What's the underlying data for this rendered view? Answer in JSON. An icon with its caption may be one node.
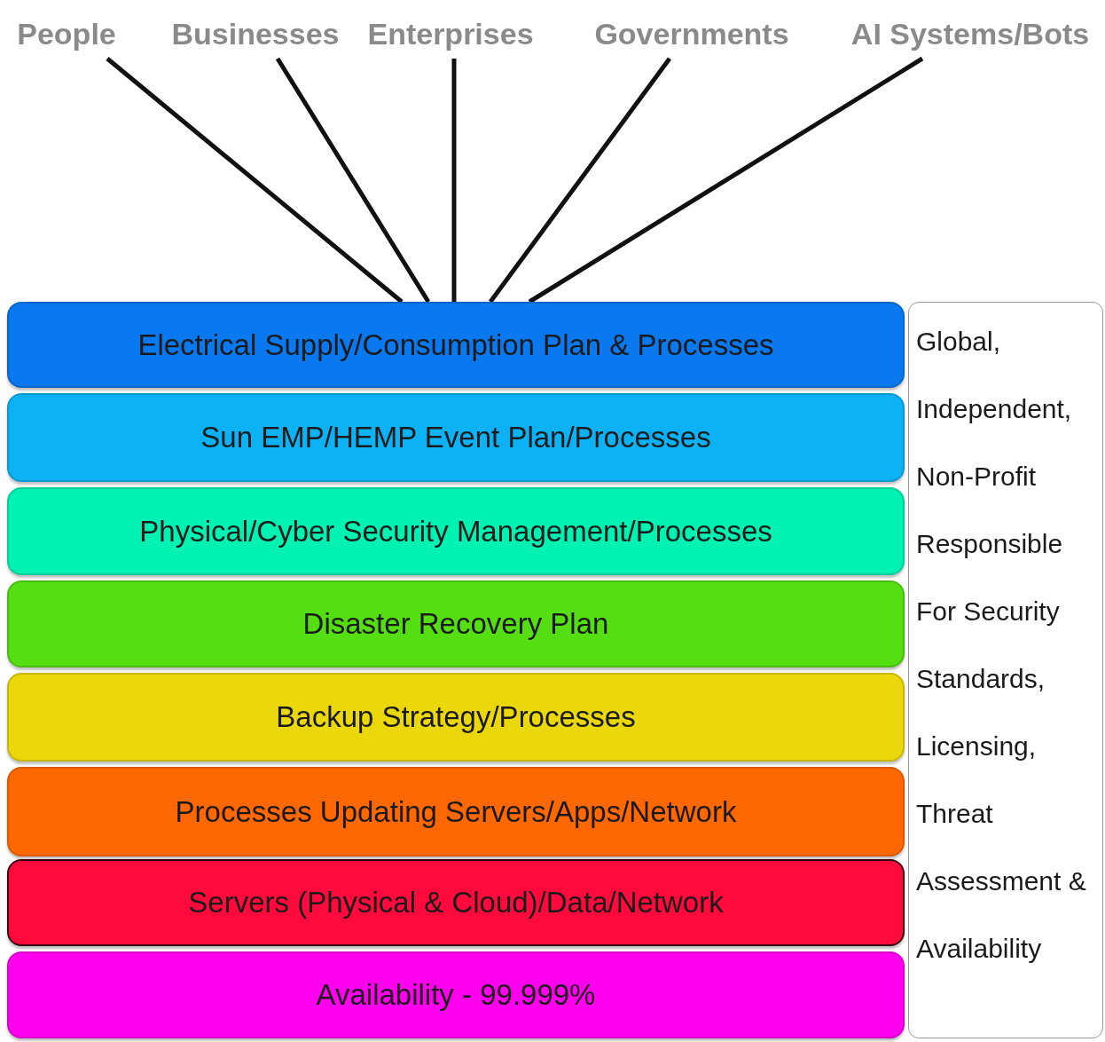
{
  "diagram": {
    "nodes": [
      {
        "text": [
          "People"
        ]
      },
      {
        "text": [
          "Businesses"
        ]
      },
      {
        "text": [
          "Enterprises"
        ]
      },
      {
        "text": [
          "Governments"
        ]
      },
      {
        "text": [
          "AI Systems/Bots"
        ]
      },
      {
        "text": [
          "Electrical Supply/Consumption Plan & Processes"
        ]
      },
      {
        "text": [
          "Sun EMP/HEMP Event Plan/Processes"
        ]
      },
      {
        "text": [
          "Physical/Cyber Security Management/Processes"
        ]
      },
      {
        "text": [
          "Disaster Recovery Plan"
        ]
      },
      {
        "text": [
          "Backup Strategy/Processes"
        ]
      },
      {
        "text": [
          "Processes Updating Servers/Apps/Network"
        ]
      },
      {
        "text": [
          "Servers (Physical & Cloud)/Data/Network"
        ]
      },
      {
        "text": [
          "Availability - 99.999%"
        ]
      },
      {
        "text": [
          "Global, Independent, Non-Profit Responsible For Security Standards, Licensing, Threat Assessment & Availability"
        ]
      }
    ],
    "edges": [
      {
        "from": 0,
        "to": 5,
        "arrow": "none"
      },
      {
        "from": 1,
        "to": 5,
        "arrow": "none"
      },
      {
        "from": 2,
        "to": 5,
        "arrow": "none"
      },
      {
        "from": 3,
        "to": 5,
        "arrow": "none"
      },
      {
        "from": 4,
        "to": 5,
        "arrow": "none"
      }
    ]
  }
}
